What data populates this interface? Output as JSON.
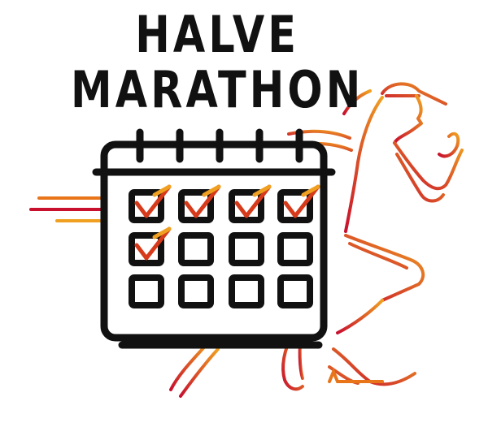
{
  "title": {
    "line1": "HALVE",
    "line2": "MARATHON"
  },
  "colors": {
    "ink": "#111111",
    "check": "#d63a1a",
    "runner_red": "#c8102e",
    "runner_orange": "#e8751a",
    "runner_amber": "#f0a020"
  },
  "calendar": {
    "rows": 3,
    "cols": 4,
    "checked_cells": 5
  },
  "icons": [
    "calendar-icon",
    "runner-icon",
    "checkmark-icon"
  ]
}
